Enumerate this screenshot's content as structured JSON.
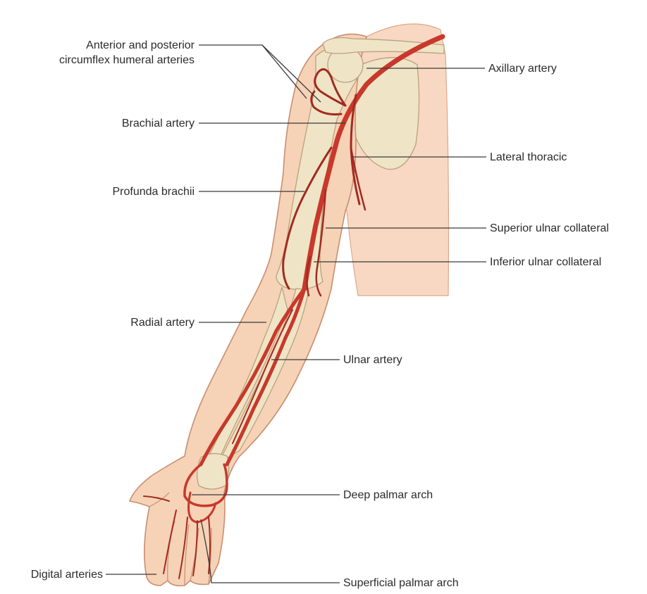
{
  "labels": {
    "circumflex": [
      "Anterior and posterior",
      "circumflex humeral arteries"
    ],
    "brachial": "Brachial artery",
    "profunda": "Profunda brachii",
    "radial": "Radial artery",
    "digital": "Digital arteries",
    "axillary": "Axillary artery",
    "lateral_thoracic": "Lateral thoracic",
    "superior_ulnar": "Superior ulnar collateral",
    "inferior_ulnar": "Inferior ulnar collateral",
    "ulnar": "Ulnar artery",
    "deep_palmar": "Deep palmar arch",
    "superficial_palmar": "Superficial palmar arch"
  },
  "colors": {
    "artery": "#c8382b",
    "skin": "#f6d2b6",
    "bone": "#efe4c6",
    "torso": "#f8d8c2"
  }
}
